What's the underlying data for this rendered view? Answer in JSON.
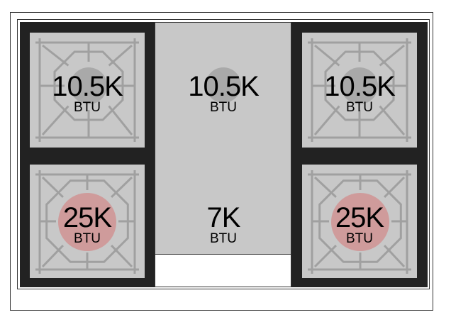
{
  "burners": [
    {
      "id": "left-rear",
      "value": "10.5K",
      "unit": "BTU",
      "type": "standard"
    },
    {
      "id": "center-rear",
      "value": "10.5K",
      "unit": "BTU",
      "type": "standard"
    },
    {
      "id": "right-rear",
      "value": "10.5K",
      "unit": "BTU",
      "type": "standard"
    },
    {
      "id": "left-front",
      "value": "25K",
      "unit": "BTU",
      "type": "power"
    },
    {
      "id": "center-front",
      "value": "7K",
      "unit": "BTU",
      "type": "simmer"
    },
    {
      "id": "right-front",
      "value": "25K",
      "unit": "BTU",
      "type": "power"
    }
  ],
  "colors": {
    "grate": "#222222",
    "panel": "#c8c8c8",
    "standard_burner": "#a9a9a9",
    "power_burner": "#cf9b9b",
    "grate_wire": "#a0a0a0"
  }
}
